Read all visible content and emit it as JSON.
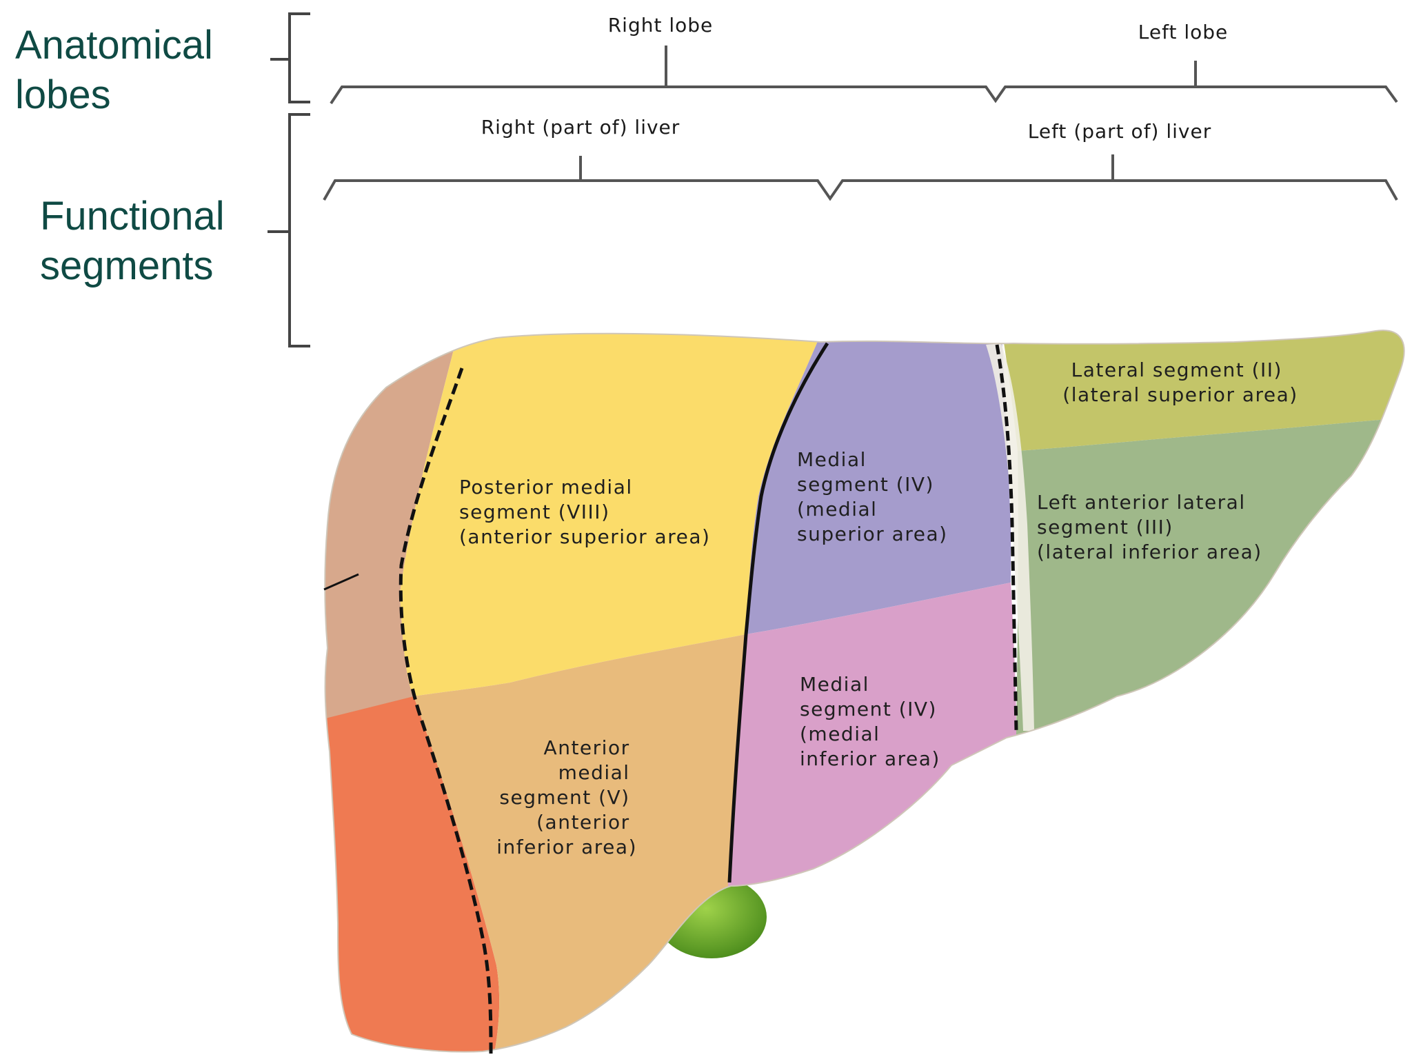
{
  "side_labels": {
    "anatomical": [
      "Anatomical",
      "lobes"
    ],
    "functional": [
      "Functional",
      "segments"
    ]
  },
  "brackets": {
    "right_lobe": "Right lobe",
    "left_lobe": "Left lobe",
    "right_liver": "Right (part of) liver",
    "left_liver": "Left (part of) liver"
  },
  "segments": {
    "posterior_medial": [
      "Posterior medial",
      "segment (VIII)",
      "(anterior superior area)"
    ],
    "anterior_medial": [
      "Anterior",
      "medial",
      "segment (V)",
      "(anterior",
      "inferior area)"
    ],
    "medial_superior": [
      "Medial",
      "segment (IV)",
      "(medial",
      "superior area)"
    ],
    "medial_inferior": [
      "Medial",
      "segment (IV)",
      "(medial",
      "inferior area)"
    ],
    "lateral_superior": [
      "Lateral segment (II)",
      "(lateral superior area)"
    ],
    "left_anterior_lateral": [
      "Left anterior lateral",
      "segment (III)",
      "(lateral inferior area)"
    ]
  },
  "colors": {
    "heading": "#0f4a44",
    "posterior_lateral": "#d7a88c",
    "anterior_lateral": "#ef7a52",
    "posterior_medial": "#fbdc6a",
    "anterior_medial": "#e8bb7c",
    "medial_superior": "#a59ccc",
    "medial_inferior": "#d9a0c9",
    "lateral_superior": "#c3c569",
    "left_anterior_lateral": "#9fb88a",
    "gallbladder": "#6fae2e",
    "ligament": "#f1eee4"
  }
}
